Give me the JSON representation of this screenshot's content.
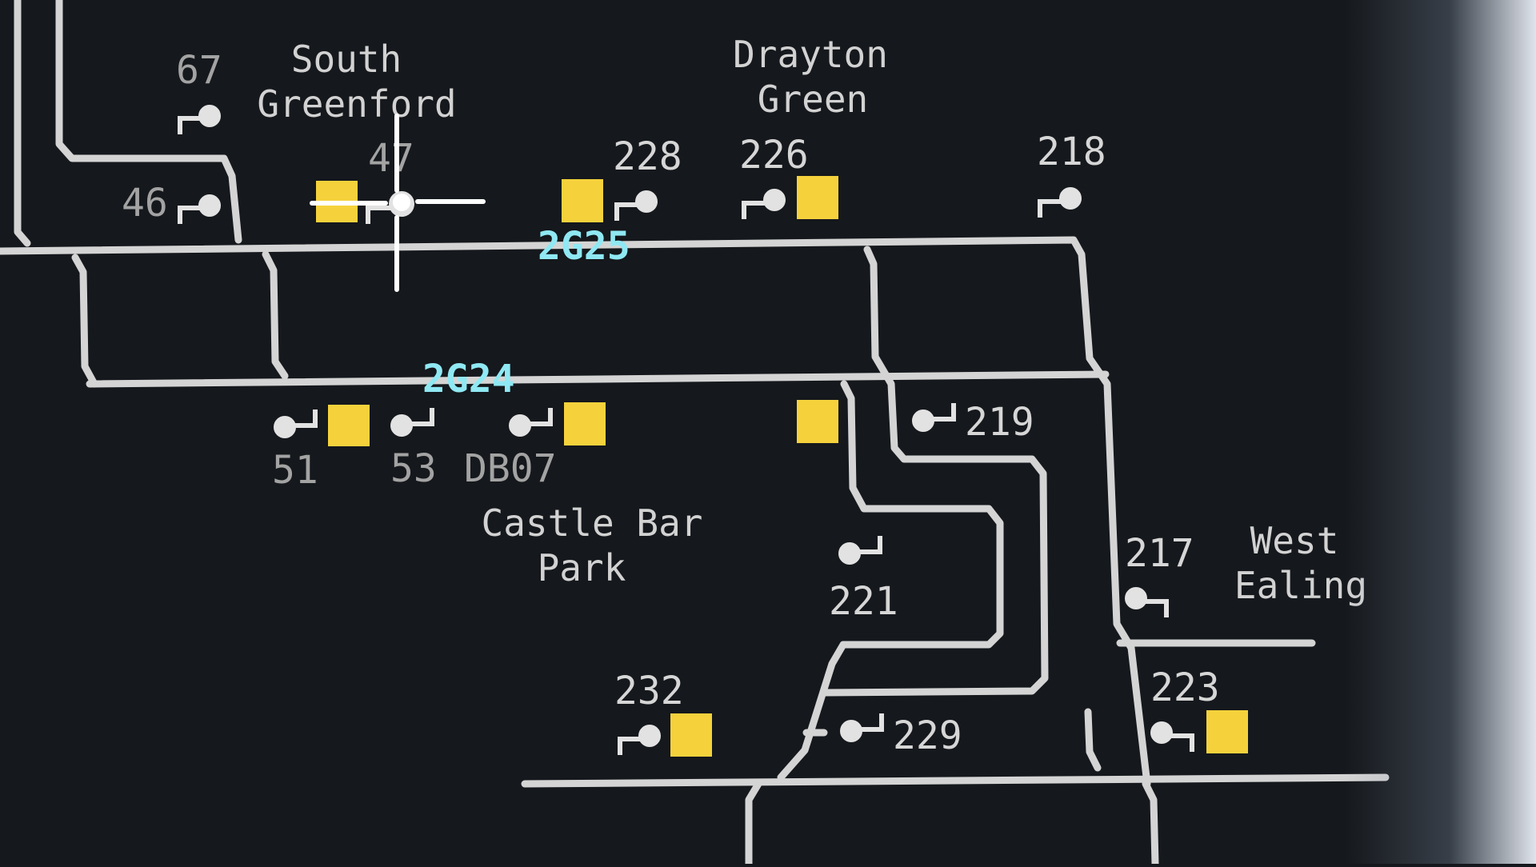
{
  "stations": [
    {
      "id": "south-greenford",
      "lines": [
        "South",
        "Greenford"
      ]
    },
    {
      "id": "drayton-green",
      "lines": [
        "Drayton",
        "Green"
      ]
    },
    {
      "id": "castle-bar-park",
      "lines": [
        "Castle Bar",
        "Park"
      ]
    },
    {
      "id": "west-ealing",
      "lines": [
        "West",
        "Ealing"
      ]
    }
  ],
  "signals": [
    "67",
    "46",
    "47",
    "228",
    "226",
    "218",
    "51",
    "53",
    "DB07",
    "219",
    "221",
    "217",
    "223",
    "232",
    "229"
  ],
  "trains": [
    "2G25",
    "2G24"
  ],
  "colors": {
    "background": "#15181c",
    "track": "#d4d4d4",
    "track_circuit": "#f5d23c",
    "train_description": "#8fe8f3",
    "cursor": "#ffffff"
  },
  "icons": [
    "signal-icon",
    "track-circuit-block-icon",
    "crosshair-cursor-icon"
  ]
}
